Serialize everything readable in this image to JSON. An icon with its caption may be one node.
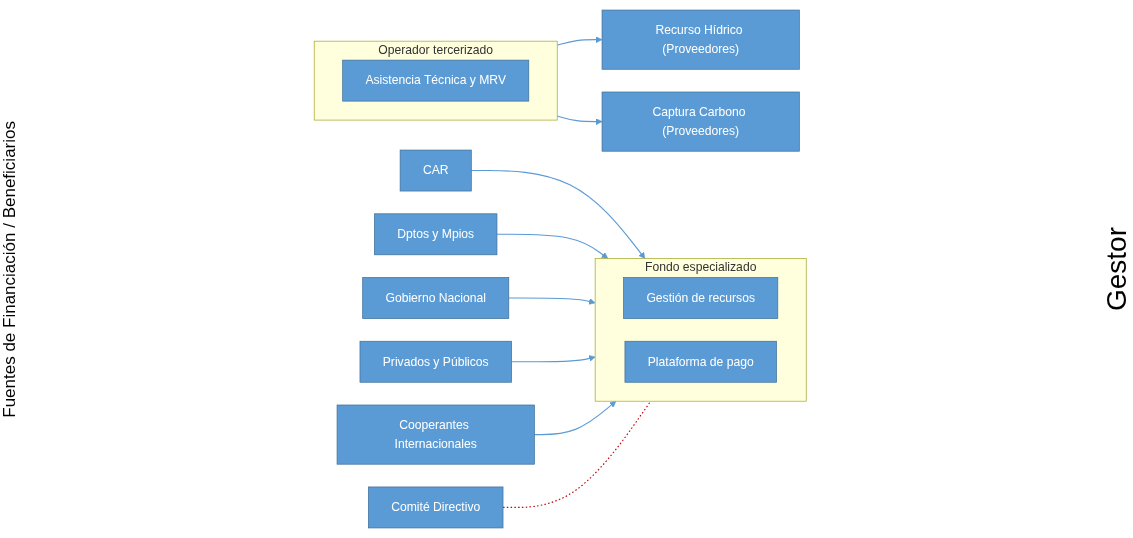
{
  "diagram": {
    "nodes": [
      {
        "text": [
          "CAR"
        ]
      },
      {
        "text": [
          "Dptos y Mpios"
        ]
      },
      {
        "text": [
          "Gobierno Nacional"
        ]
      },
      {
        "text": [
          "Privados y Públicos"
        ]
      },
      {
        "text": [
          "Cooperantes Internacionales"
        ]
      },
      {
        "text": [
          "Comité Directivo"
        ]
      },
      {
        "text": [
          "Fondo especializado"
        ]
      },
      {
        "text": [
          "Gestión de recursos"
        ],
        "in": 6
      },
      {
        "text": [
          "Plataforma de pago"
        ],
        "in": 6
      },
      {
        "text": [
          "Operador tercerizado"
        ]
      },
      {
        "text": [
          "Asistencia Técnica y MRV"
        ],
        "in": 9
      },
      {
        "text": [
          "Recurso Hídrico (Proveedores)"
        ]
      },
      {
        "text": [
          "Captura Carbono (Proveedores)"
        ]
      }
    ],
    "edges": [
      {
        "from": 0,
        "to": 6,
        "arrow": "to"
      },
      {
        "from": 1,
        "to": 6,
        "arrow": "to"
      },
      {
        "from": 2,
        "to": 6,
        "arrow": "to"
      },
      {
        "from": 3,
        "to": 6,
        "arrow": "to"
      },
      {
        "from": 4,
        "to": 6,
        "arrow": "to"
      },
      {
        "from": 5,
        "to": 6,
        "arrow": "none",
        "style": "dashed",
        "color": "#c00000"
      },
      {
        "from": 9,
        "to": 11,
        "arrow": "to"
      },
      {
        "from": 9,
        "to": 12,
        "arrow": "to"
      }
    ],
    "labels": [
      "Fuentes de Financiación / Beneficiarios",
      "Gestor"
    ]
  }
}
